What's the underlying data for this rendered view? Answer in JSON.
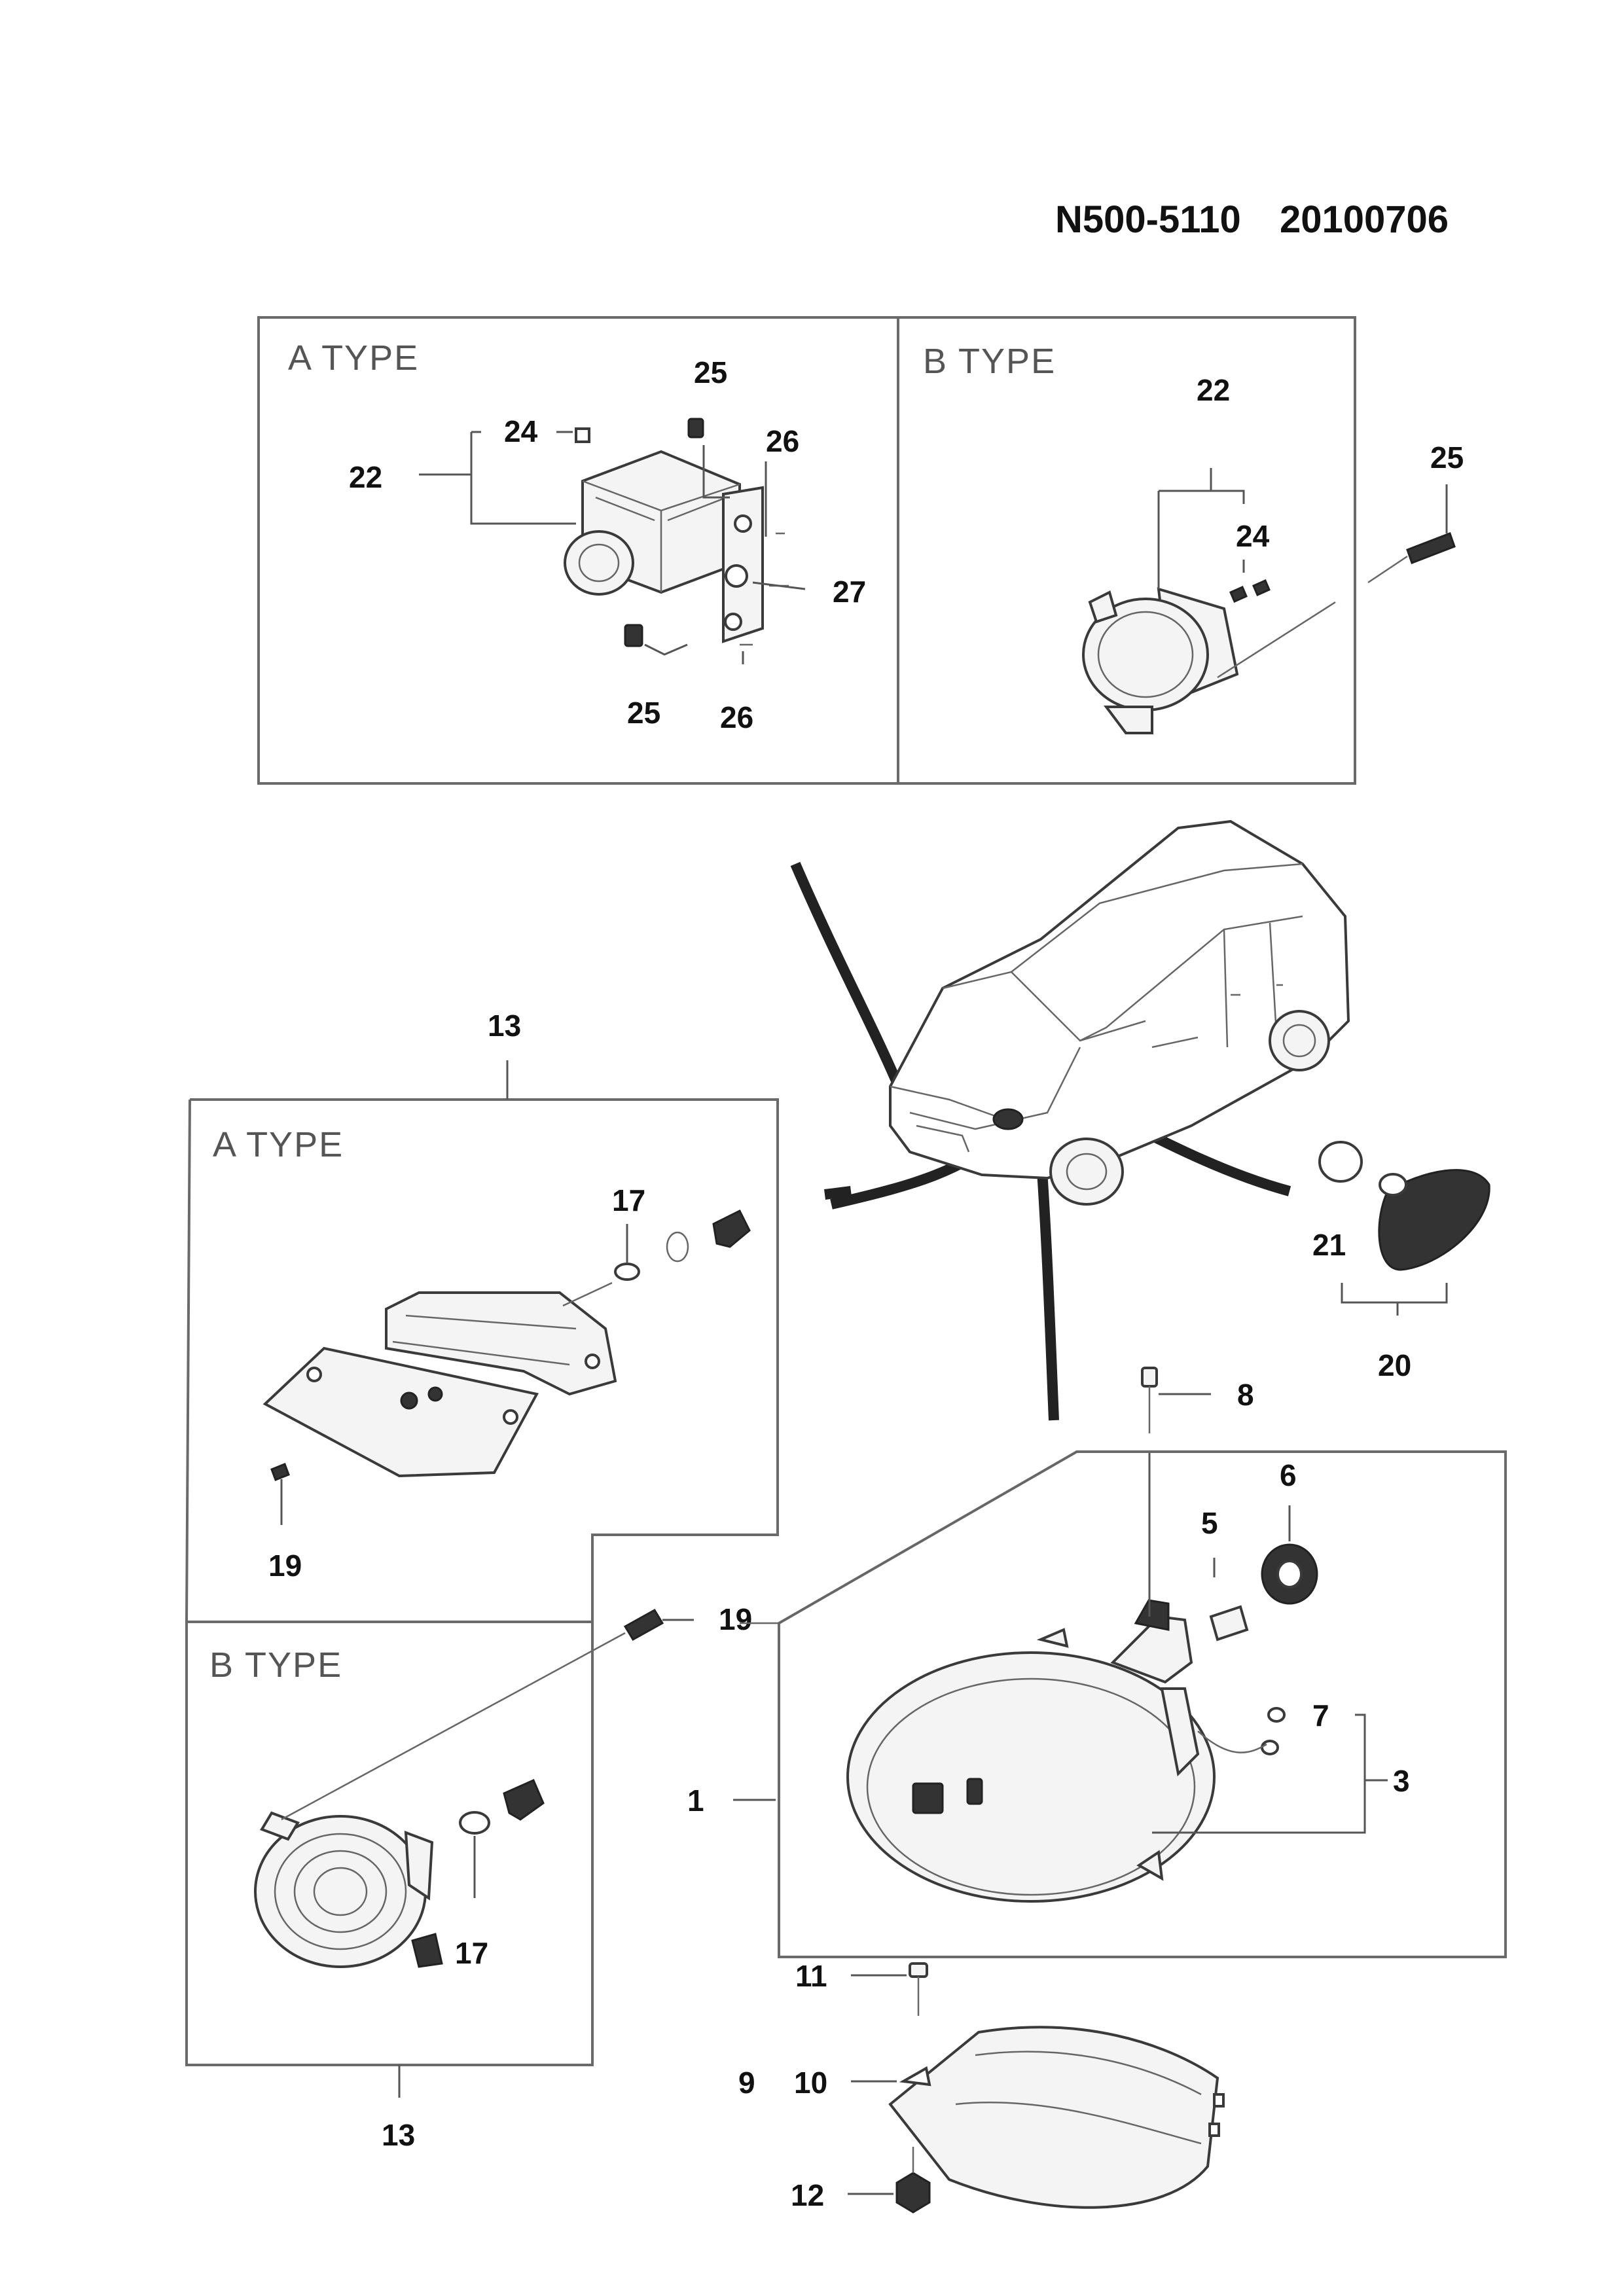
{
  "header": {
    "code": "N500-5110",
    "date": "20100706"
  },
  "panels": {
    "fog_a": "A TYPE",
    "fog_b": "B TYPE",
    "side_a": "A TYPE",
    "side_b": "B TYPE"
  },
  "callouts": {
    "fog_a_22": "22",
    "fog_a_24": "24",
    "fog_a_25_top": "25",
    "fog_a_26_top": "26",
    "fog_a_27": "27",
    "fog_a_25_bottom": "25",
    "fog_a_26_bottom": "26",
    "fog_b_22": "22",
    "fog_b_24": "24",
    "fog_b_25": "25",
    "side_13_top": "13",
    "side_17_a": "17",
    "side_19_a": "19",
    "side_19_b": "19",
    "side_17_b": "17",
    "side_13_bottom": "13",
    "lamp_21": "21",
    "lamp_20": "20",
    "head_8": "8",
    "head_6": "6",
    "head_5": "5",
    "head_7": "7",
    "head_3": "3",
    "head_1": "1",
    "trim_11": "11",
    "trim_9": "9",
    "trim_10": "10",
    "trim_12": "12"
  },
  "icons": [
    "fog-lamp-a",
    "fog-lamp-b",
    "car-outline",
    "side-marker-a",
    "side-marker-b",
    "side-lamp",
    "head-lamp",
    "corner-trim"
  ]
}
